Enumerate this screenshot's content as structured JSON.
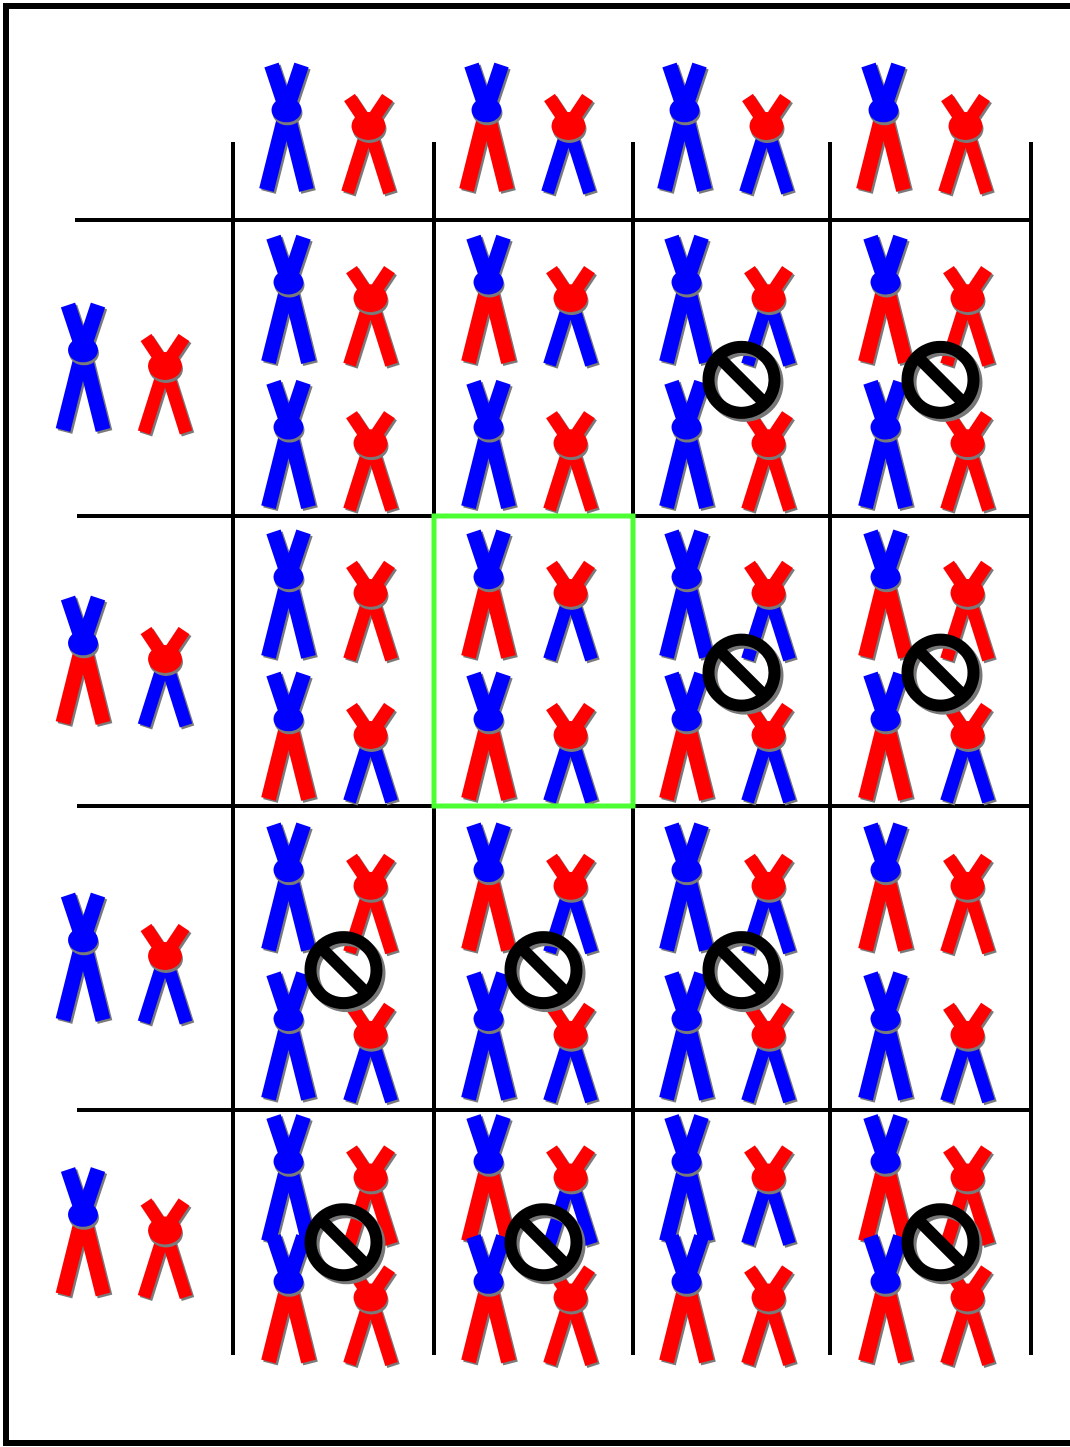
{
  "colors": {
    "maternal": "#0000ff",
    "paternal": "#ff0000",
    "grid_line": "#000000",
    "highlight": "#4cff33",
    "no_symbol": "#000000",
    "background": "#ffffff"
  },
  "column_headers": [
    {
      "large": {
        "arms": "blue",
        "legs": "blue"
      },
      "small": {
        "arms": "red",
        "legs": "red"
      }
    },
    {
      "large": {
        "arms": "blue",
        "legs": "red"
      },
      "small": {
        "arms": "red",
        "legs": "blue"
      }
    },
    {
      "large": {
        "arms": "blue",
        "legs": "blue"
      },
      "small": {
        "arms": "red",
        "legs": "blue"
      }
    },
    {
      "large": {
        "arms": "blue",
        "legs": "red"
      },
      "small": {
        "arms": "red",
        "legs": "red"
      }
    }
  ],
  "row_headers": [
    {
      "large": {
        "arms": "blue",
        "legs": "blue"
      },
      "small": {
        "arms": "red",
        "legs": "red"
      }
    },
    {
      "large": {
        "arms": "blue",
        "legs": "red"
      },
      "small": {
        "arms": "red",
        "legs": "blue"
      }
    },
    {
      "large": {
        "arms": "blue",
        "legs": "blue"
      },
      "small": {
        "arms": "red",
        "legs": "blue"
      }
    },
    {
      "large": {
        "arms": "blue",
        "legs": "red"
      },
      "small": {
        "arms": "red",
        "legs": "red"
      }
    }
  ],
  "cell_status": [
    [
      "ok",
      "ok",
      "no",
      "no"
    ],
    [
      "ok",
      "ok",
      "no",
      "no"
    ],
    [
      "no",
      "no",
      "no",
      "ok"
    ],
    [
      "no",
      "no",
      "ok",
      "no"
    ]
  ],
  "highlighted_cell": {
    "row": 1,
    "column": 1
  }
}
